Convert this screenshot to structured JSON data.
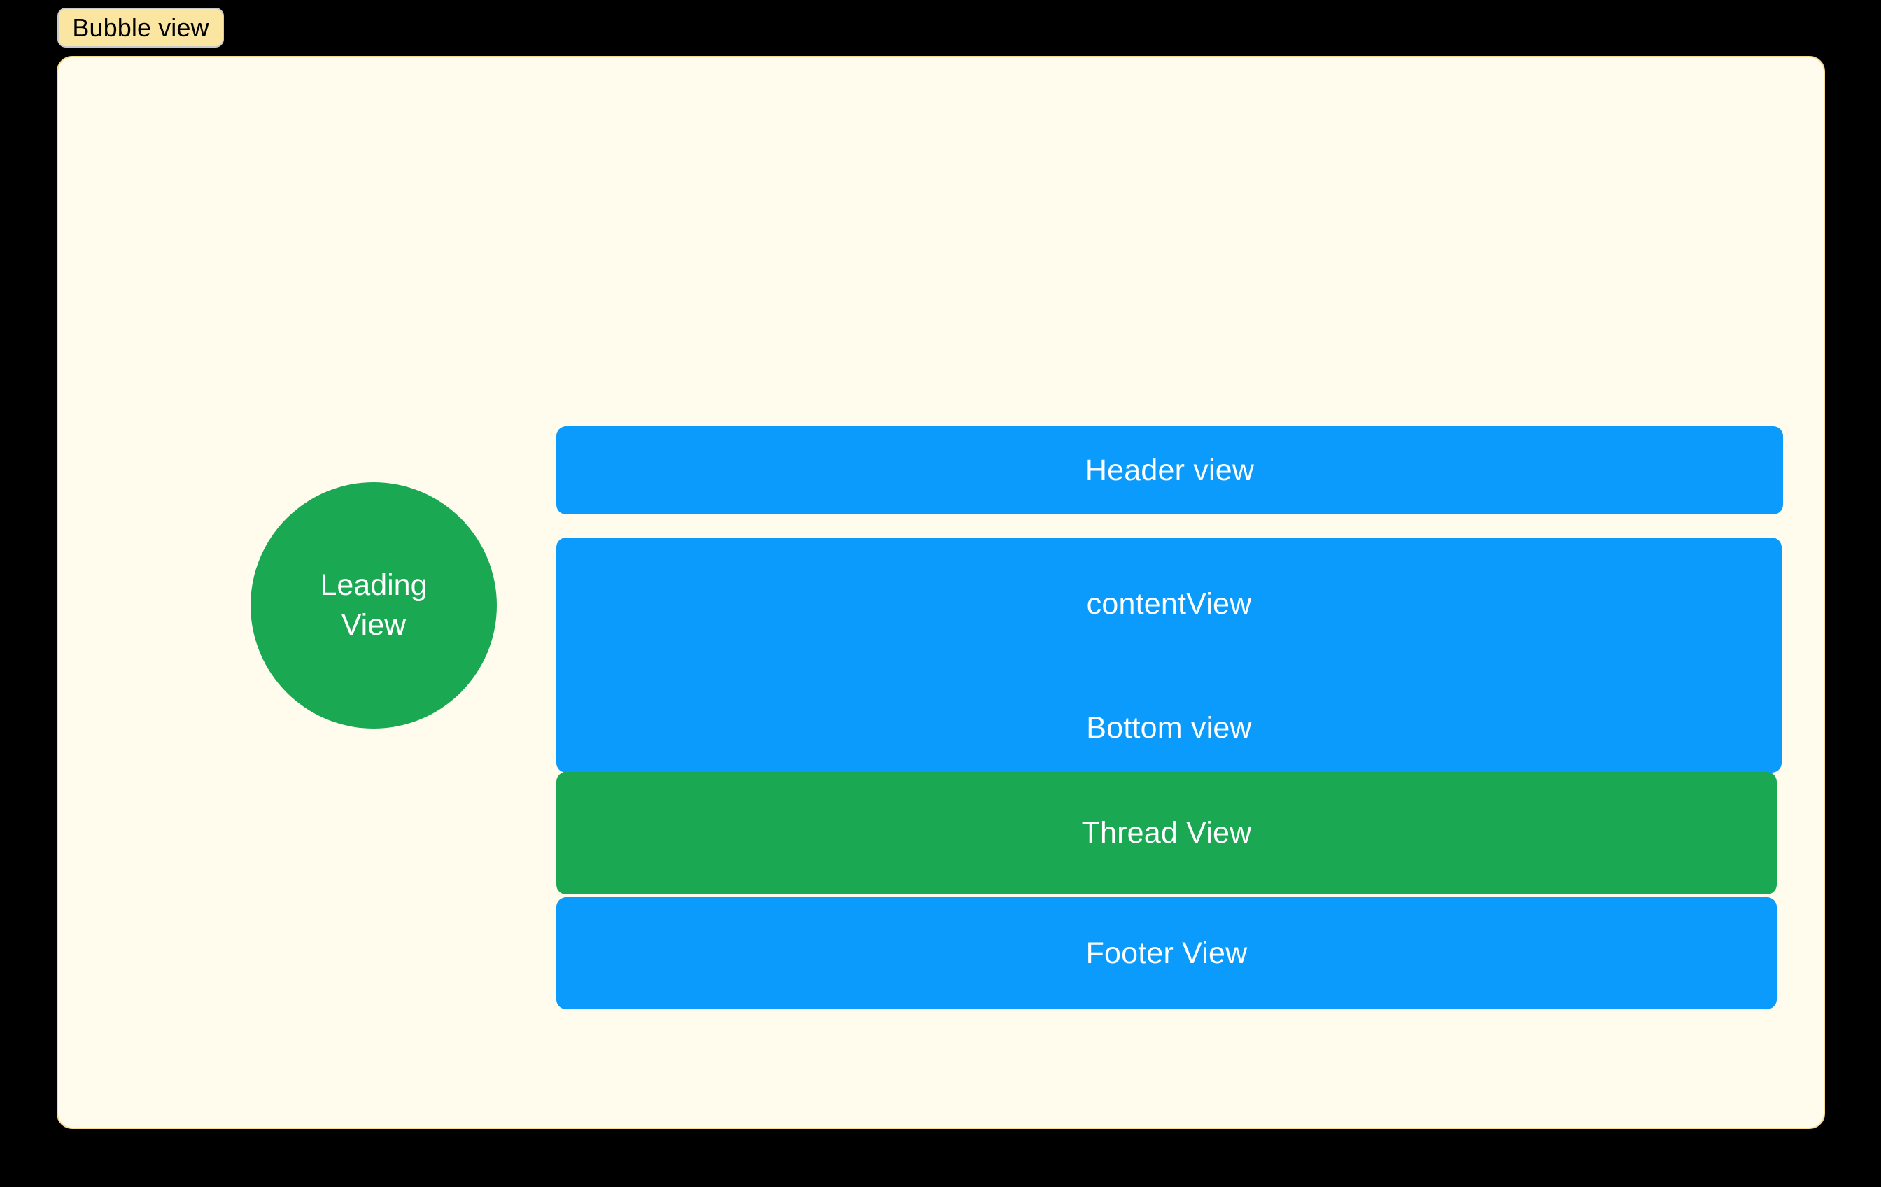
{
  "diagram": {
    "title_tab": "Bubble view",
    "canvas_background": "#FFFCEE",
    "canvas_border": "#F5D98C",
    "page_background": "#000000"
  },
  "colors": {
    "blue": "#0A9BFC",
    "green": "#1BA853",
    "label_fill": "#FAE5A1",
    "label_border": "#C9C9C9",
    "label_text": "#000000",
    "bubble_text": "#FFFFFF"
  },
  "leading": {
    "line1": "Leading",
    "line2": "View",
    "shape": "circle",
    "color": "#1BA853"
  },
  "stack": [
    {
      "name": "header-view",
      "label": "Header view",
      "color": "#0A9BFC",
      "shape": "rounded-rect"
    },
    {
      "name": "content-view",
      "label": "contentView",
      "secondary_label": "Bottom view",
      "color": "#0A9BFC",
      "shape": "rounded-rect"
    },
    {
      "name": "thread-view",
      "label": "Thread View",
      "color": "#1BA853",
      "shape": "rounded-rect"
    },
    {
      "name": "footer-view",
      "label": "Footer View",
      "color": "#0A9BFC",
      "shape": "rounded-rect"
    }
  ]
}
